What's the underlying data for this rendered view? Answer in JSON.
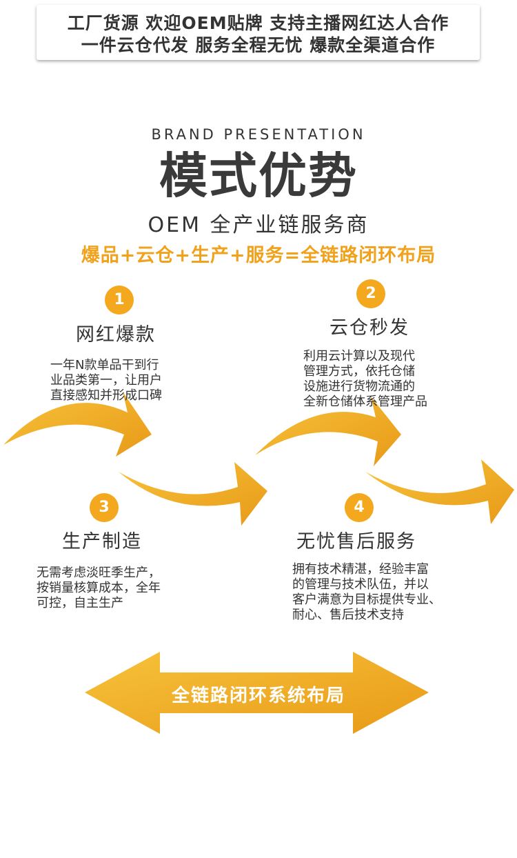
{
  "banner": {
    "line1": "工厂货源 欢迎OEM贴牌 支持主播网红达人合作",
    "line2": "一件云仓代发 服务全程无忧 爆款全渠道合作"
  },
  "header": {
    "en_title": "BRAND PRESENTATION",
    "title": "模式优势",
    "subtitle": "OEM 全产业链服务商",
    "formula": "爆品+云仓+生产+服务=全链路闭环布局"
  },
  "steps": [
    {
      "num": "1",
      "title": "网红爆款",
      "desc": "一年N款单品干到行\n业品类第一，让用户\n直接感知并形成口碑"
    },
    {
      "num": "2",
      "title": "云仓秒发",
      "desc": "利用云计算以及现代\n管理方式，依托仓储\n设施进行货物流通的\n全新仓储体系管理产品"
    },
    {
      "num": "3",
      "title": "生产制造",
      "desc": "无需考虑淡旺季生产，\n按销量核算成本，全年\n可控，自主生产"
    },
    {
      "num": "4",
      "title": "无忧售后服务",
      "desc": "拥有技术精湛，经验丰富\n的管理与技术队伍，并以\n客户满意为目标提供专业、\n耐心、售后技术支持"
    }
  ],
  "bottom": {
    "label": "全链路闭环系统布局"
  },
  "colors": {
    "accent": "#f3a81e",
    "accent_dark": "#e8961a",
    "text": "#333333"
  }
}
